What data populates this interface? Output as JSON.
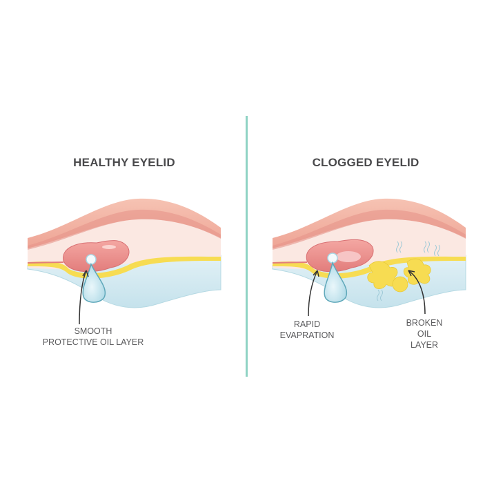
{
  "panels": {
    "left": {
      "title": "HEALTHY EYELID",
      "label_line1": "SMOOTH",
      "label_line2": "PROTECTIVE OIL LAYER"
    },
    "right": {
      "title": "CLOGGED EYELID",
      "label_left_line1": "RAPID",
      "label_left_line2": "EVAPRATION",
      "label_right_line1": "BROKEN",
      "label_right_line2": "OIL",
      "label_right_line3": "LAYER"
    }
  },
  "colors": {
    "divider": "#8fd3c4",
    "skin": "#f2b3a1",
    "skin_dark": "#e6958a",
    "gland": "#ec8d8a",
    "oil": "#f7dc52",
    "tear": "#d6ecf2",
    "text": "#4a4a4c"
  }
}
